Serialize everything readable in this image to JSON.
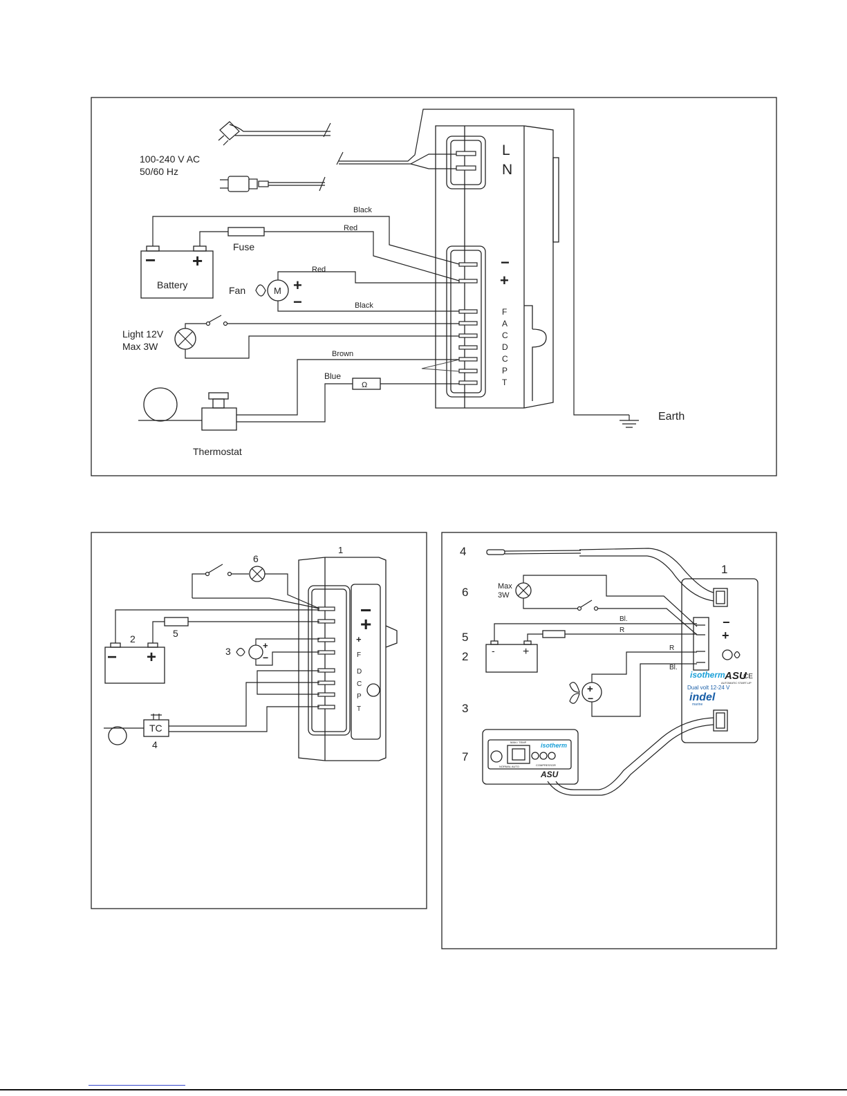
{
  "diagram_a": {
    "supply_line1": "100-240 V AC",
    "supply_line2": "50/60 Hz",
    "term_L": "L",
    "term_N": "N",
    "wire_black_top": "Black",
    "wire_red_top": "Red",
    "fuse": "Fuse",
    "battery": "Battery",
    "batt_minus": "−",
    "batt_plus": "+",
    "fan": "Fan",
    "motor": "M",
    "fan_plus": "+",
    "fan_minus": "−",
    "wire_red_fan": "Red",
    "wire_black_fan": "Black",
    "light_line1": "Light  12V",
    "light_line2": "Max 3W",
    "wire_brown": "Brown",
    "wire_blue": "Blue",
    "ohm": "Ω",
    "thermostat": "Thermostat",
    "earth": "Earth",
    "pins": [
      "−",
      "+",
      "F",
      "A",
      "C",
      "D",
      "C",
      "P",
      "T"
    ]
  },
  "diagram_b": {
    "n1": "1",
    "n2": "2",
    "n3": "3",
    "n4": "4",
    "n5": "5",
    "n6": "6",
    "tc": "TC",
    "big_minus": "−",
    "big_plus": "+",
    "pins": [
      "+",
      "F",
      "D",
      "C",
      "P",
      "T"
    ],
    "fan_plus": "+",
    "fan_minus": "−"
  },
  "diagram_c": {
    "n1": "1",
    "n2": "2",
    "n3": "3",
    "n4": "4",
    "n5": "5",
    "n6": "6",
    "n7": "7",
    "max_line1": "Max",
    "max_line2": "3W",
    "wire_bl1": "Bl.",
    "wire_r1": "R",
    "wire_r2": "R",
    "wire_bl2": "Bl.",
    "minus": "−",
    "plus": "+",
    "brand1": "isotherm",
    "asu": "ASU",
    "ce": "CE",
    "asu_sub": "AUTOMATIC START-UP",
    "dual_volt": "Dual volt 12-24 V",
    "brand2": "indel",
    "brand2_sub": "marine",
    "panel_brand": "isotherm",
    "panel_asu": "ASU",
    "panel_label1": "MAN / TEMP",
    "panel_label2": "NORMAL  AUTO",
    "panel_label3": "COMPRESSOR",
    "batt_minus": "-",
    "batt_plus": "+"
  }
}
